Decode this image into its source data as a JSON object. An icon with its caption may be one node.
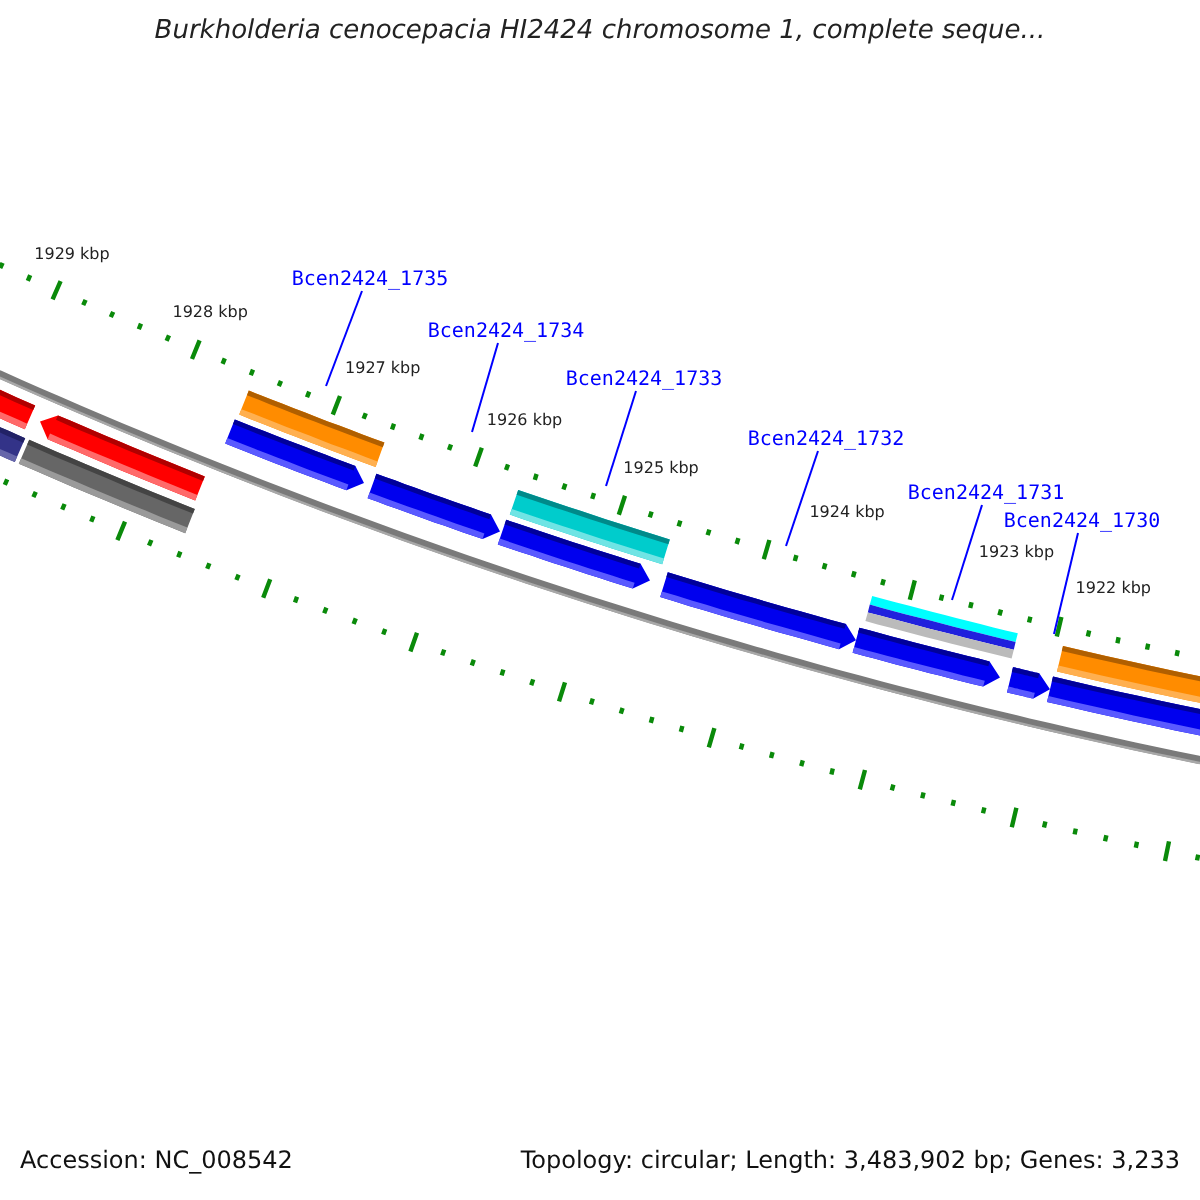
{
  "diagram": {
    "title": "Burkholderia cenocepacia HI2424 chromosome 1, complete seque...",
    "nodes": [
      {
        "text": [
          "Bcen2424_1735"
        ]
      },
      {
        "text": [
          "Bcen2424_1734"
        ]
      },
      {
        "text": [
          "Bcen2424_1733"
        ]
      },
      {
        "text": [
          "Bcen2424_1732"
        ]
      },
      {
        "text": [
          "Bcen2424_1731"
        ]
      },
      {
        "text": [
          "Bcen2424_1730"
        ]
      }
    ],
    "edges": [
      {
        "from": 0,
        "to": null,
        "arrow": "none"
      },
      {
        "from": 1,
        "to": null,
        "arrow": "none"
      },
      {
        "from": 2,
        "to": null,
        "arrow": "none"
      },
      {
        "from": 3,
        "to": null,
        "arrow": "none"
      },
      {
        "from": 4,
        "to": null,
        "arrow": "none"
      },
      {
        "from": 5,
        "to": null,
        "arrow": "none"
      }
    ],
    "labels": [
      "1929 kbp",
      "1928 kbp",
      "1927 kbp",
      "1926 kbp",
      "1925 kbp",
      "1924 kbp",
      "1923 kbp",
      "1922 kbp",
      "Accession: NC_008542",
      "Topology: circular; Length: 3,483,902 bp; Genes: 3,233"
    ]
  }
}
